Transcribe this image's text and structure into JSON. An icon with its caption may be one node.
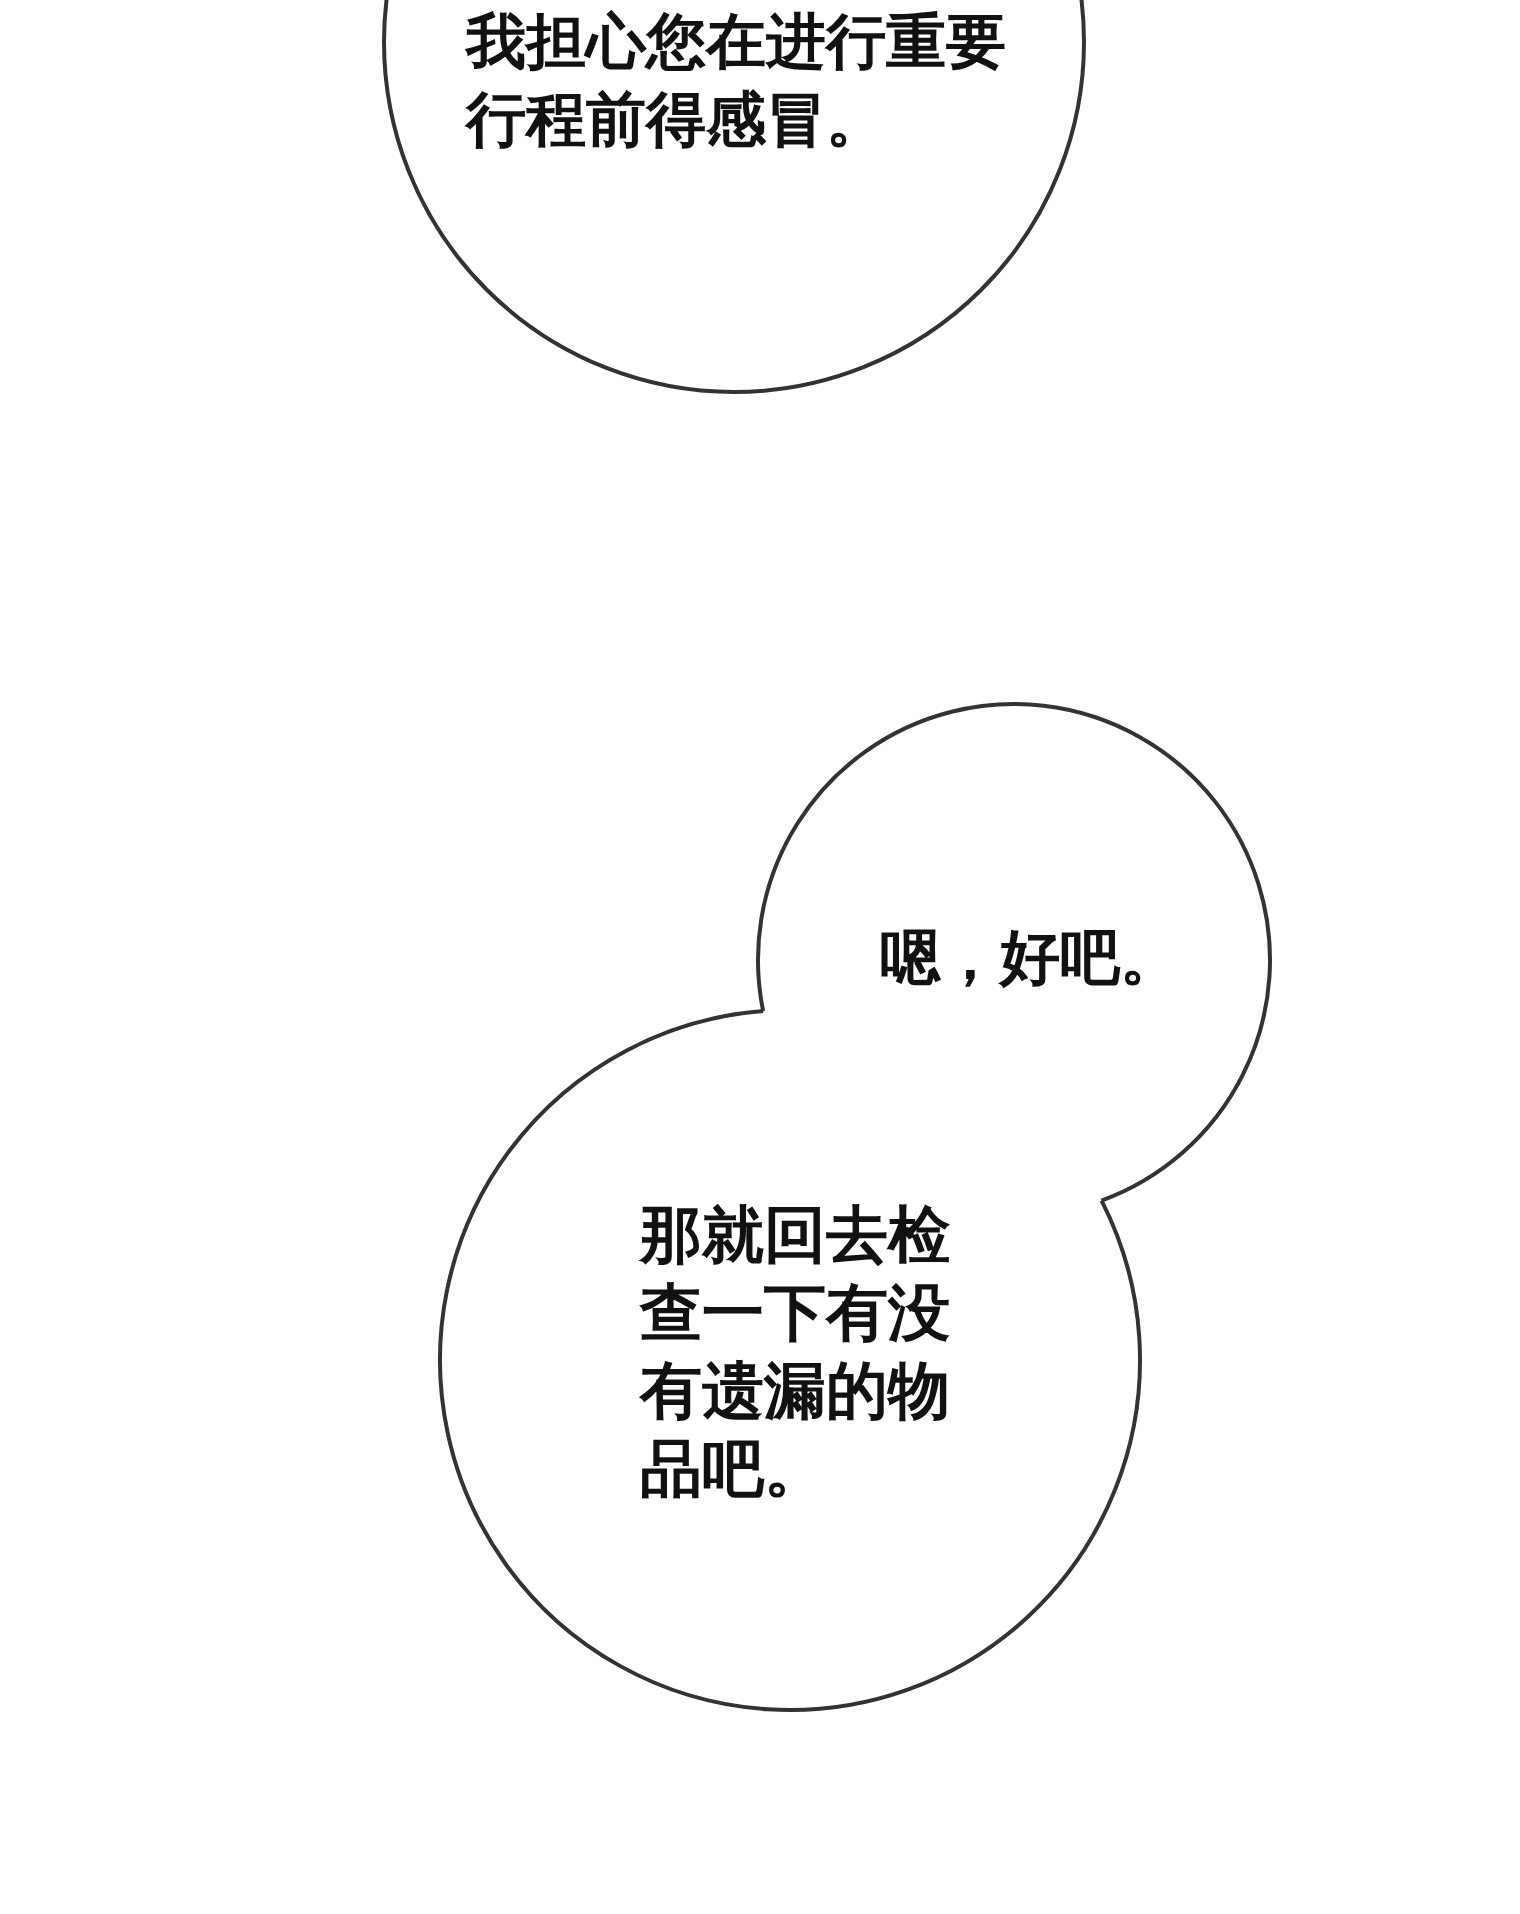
{
  "diagram": {
    "nodes": [
      {
        "text": [
          "我担心您在进行重要行程前得感冒。"
        ]
      },
      {
        "text": [
          "嗯，好吧。"
        ]
      },
      {
        "text": [
          "那就回去检查一下有没有遗漏的物品吧。"
        ]
      }
    ]
  }
}
